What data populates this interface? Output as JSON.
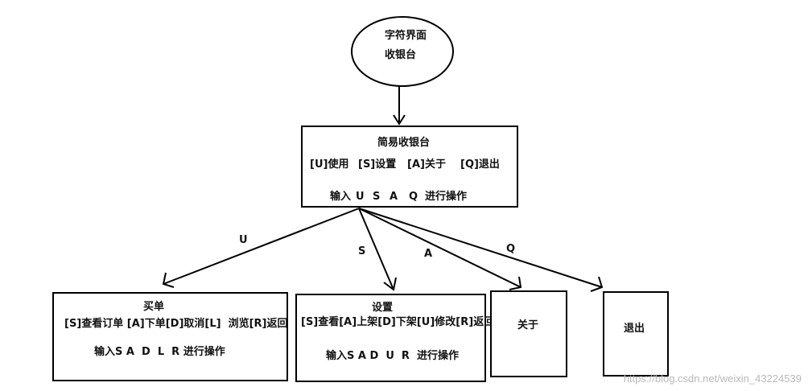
{
  "nodes": {
    "start": {
      "line1": "字符界面",
      "line2": "收银台"
    },
    "main": {
      "title": "简易收银台",
      "opt_u": "[U]使用",
      "opt_s": "[S]设置",
      "opt_a": "[A]关于",
      "opt_q": "[Q]退出",
      "prompt_head": "输入",
      "key_u": "U",
      "key_s": "S",
      "key_a": "A",
      "key_q": "Q",
      "prompt_tail": "进行操作"
    },
    "buy": {
      "title": "买单",
      "options": "[S]查看订单 [A]下单[D]取消[L]  浏览[R]返回",
      "prompt": "输入S A  D  L  R 进行操作"
    },
    "settings": {
      "title": "设置",
      "options": "[S]查看[A]上架[D]下架[U]修改[R]返回",
      "prompt": "输入S A D  U  R  进行操作"
    },
    "about": {
      "title": "关于"
    },
    "exit": {
      "title": "退出"
    }
  },
  "edges": {
    "u": "U",
    "s": "S",
    "a": "A",
    "q": "Q"
  },
  "watermark": "https://blog.csdn.net/weixin_43224539",
  "colors": {
    "stroke": "#000000",
    "watermark": "#b9b9b9"
  }
}
